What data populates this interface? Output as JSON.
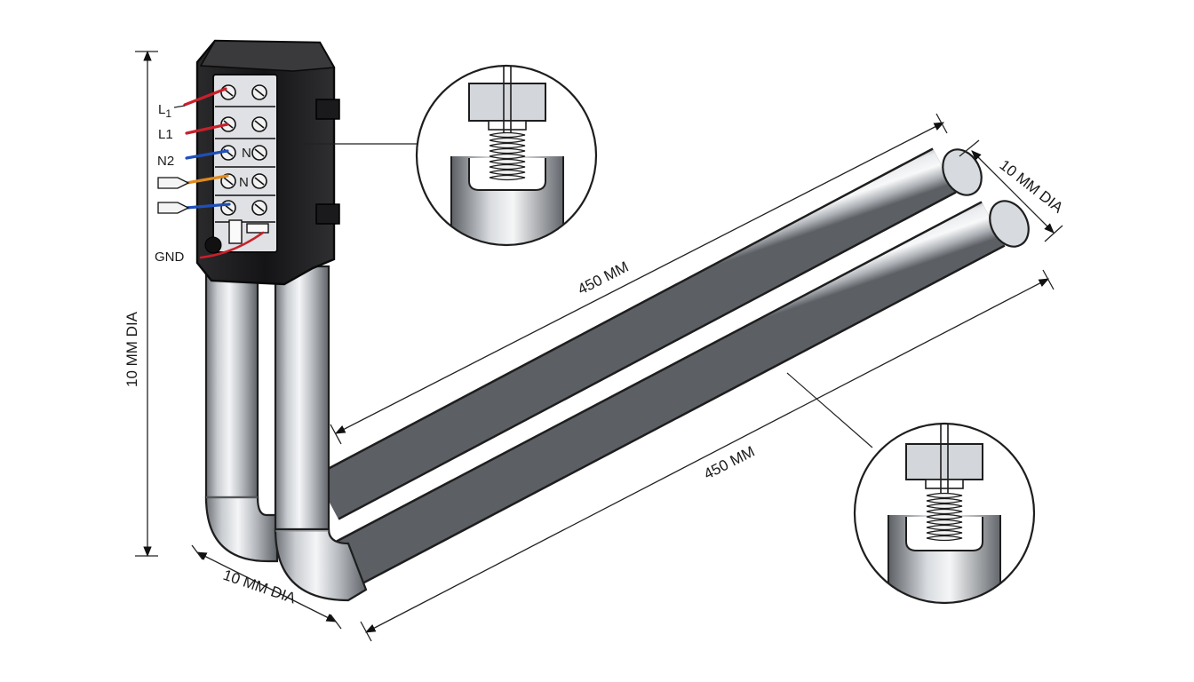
{
  "terminal_labels": {
    "l1_top": "L",
    "l1_top_sub": "1",
    "l1_second": "L1",
    "n2": "N2",
    "gnd": "GND"
  },
  "terminal_markings": {
    "n_upper": "N",
    "n_lower": "N"
  },
  "dimensions": {
    "upper_length": "450 MM",
    "lower_length": "450 MM",
    "end_diameter": "10 MM DIA",
    "vertical_diameter": "10 MM DIA",
    "bottom_diameter": "10 MM DIA"
  },
  "colors": {
    "wire_red": "#c8202a",
    "wire_blue": "#1f4fb8",
    "wire_orange": "#e08a1e",
    "housing": "#1d1d1f",
    "tube_dark": "#6f7378",
    "tube_light": "#f2f3f5"
  }
}
